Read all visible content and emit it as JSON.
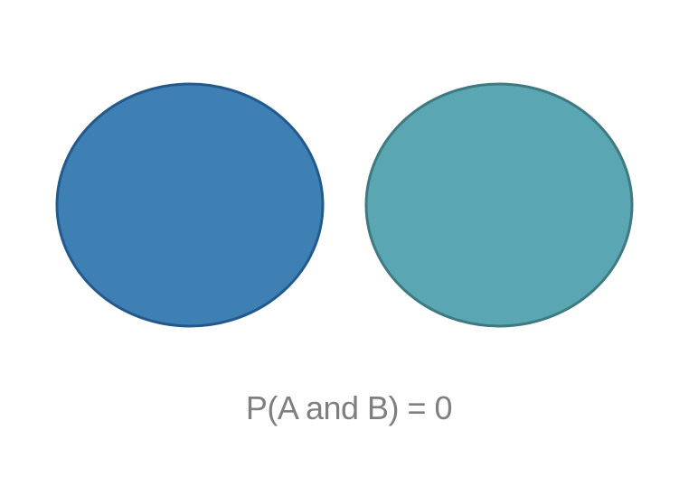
{
  "diagram": {
    "sets": [
      {
        "id": "A",
        "fill": "#3e7fb4",
        "stroke": "#245a8b"
      },
      {
        "id": "B",
        "fill": "#5ba6b3",
        "stroke": "#3f7a80"
      }
    ],
    "caption": "P(A and B) = 0",
    "caption_color": "#7f7f7f"
  }
}
